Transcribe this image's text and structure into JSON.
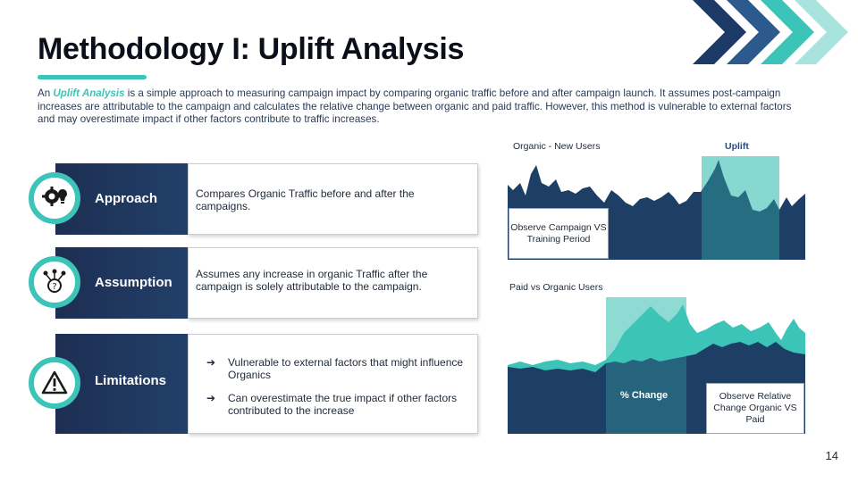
{
  "title": "Methodology I: Uplift Analysis",
  "intro": {
    "prefix": "An ",
    "highlight": "Uplift Analysis",
    "text": " is a simple approach to measuring campaign impact by comparing organic traffic before and after campaign launch. It assumes post-campaign increases are attributable to the campaign and calculates the relative change between organic and paid traffic. However, this method is vulnerable to external factors and may overestimate impact if other factors contribute to traffic increases."
  },
  "rows": [
    {
      "label": "Approach",
      "icon": "gear-lightbulb-icon",
      "text": "Compares Organic Traffic before and after the campaigns."
    },
    {
      "label": "Assumption",
      "icon": "idea-network-icon",
      "text": "Assumes any increase in organic Traffic after the campaign is solely attributable to the campaign."
    },
    {
      "label": "Limitations",
      "icon": "warning-icon",
      "bullets": [
        "Vulnerable to external factors that might influence Organics",
        "Can overestimate the true impact if other factors contributed to the increase"
      ],
      "bullet_glyph": "➔"
    }
  ],
  "chart1": {
    "title": "Organic - New Users",
    "uplift_label": "Uplift",
    "note": "Observe Campaign VS Training Period"
  },
  "chart2": {
    "title": "Paid vs Organic Users",
    "change_label": "% Change",
    "note": "Observe Relative Change Organic VS Paid"
  },
  "page_number": "14",
  "colors": {
    "navy": "#1d3f66",
    "teal": "#3cc4b8",
    "light_teal": "#aee3df",
    "dark_navy": "#1d2e52"
  }
}
